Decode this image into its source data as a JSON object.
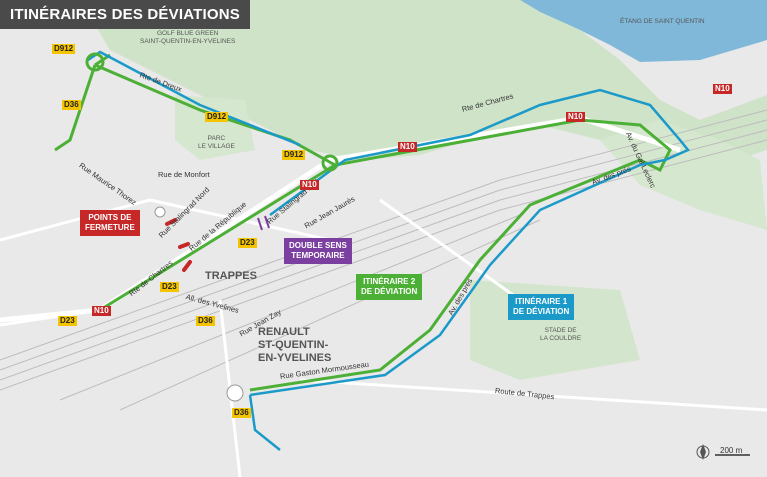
{
  "title": "ITINÉRAIRES DES DÉVIATIONS",
  "colors": {
    "green": "#4caf36",
    "blue": "#1b9ac9",
    "red": "#c62828",
    "purple": "#7b3fa0",
    "water": "#7fb8d8",
    "park": "#cfe3c8"
  },
  "places": {
    "golf": "GOLF BLUE GREEN\nSAINT-QUENTIN-EN-YVELINES",
    "etang": "ÉTANG DE SAINT QUENTIN",
    "parc": "PARC\nLE VILLAGE",
    "stade": "STADE DE\nLA COULDRE",
    "trappes": "TRAPPES",
    "renault": "RENAULT\nST-QUENTIN-\nEN-YVELINES"
  },
  "streets": {
    "rte_dreux": "Rte de Dreux",
    "rte_chartres_n": "Rte de Chartres",
    "av_gal_leclerc": "Av. du Gal Leclerc",
    "av_pres_e": "Av. des prés",
    "maurice_thorez": "Rue Maurice Thorez",
    "rte_monfort": "Rue de Monfort",
    "stalingrad_nord": "Rue Stalingrad Nord",
    "stalingrad_sud": "Rue Stalingrad Sud",
    "jean_jaures": "Rue Jean Jaurès",
    "republique": "Rue de la République",
    "rte_chartres_s": "Rte de Chartres",
    "yvelines": "All. des Yvelines",
    "jean_zay": "Rue Jean Zay",
    "av_pres_s": "Av. des prés",
    "gaston": "Rue Gaston Mormousseau",
    "rte_trappes": "Route de Trappes"
  },
  "road_labels": {
    "d912_a": "D912",
    "d36_a": "D36",
    "d912_b": "D912",
    "d912_c": "D912",
    "n10_a": "N10",
    "n10_b": "N10",
    "n10_c": "N10",
    "n10_d": "N10",
    "n10_e": "N10",
    "d23_a": "D23",
    "d23_b": "D23",
    "d23_c": "D23",
    "d36_b": "D36",
    "d36_c": "D36"
  },
  "legend": {
    "closures": "POINTS DE\nFERMETURE",
    "double_sens": "DOUBLE SENS\nTEMPORAIRE",
    "itin2": "ITINÉRAIRE 2\nDE DÉVIATION",
    "itin1": "ITINÉRAIRE 1\nDE DÉVIATION"
  },
  "scale": "200 m",
  "compass_icon": "north-arrow-icon"
}
